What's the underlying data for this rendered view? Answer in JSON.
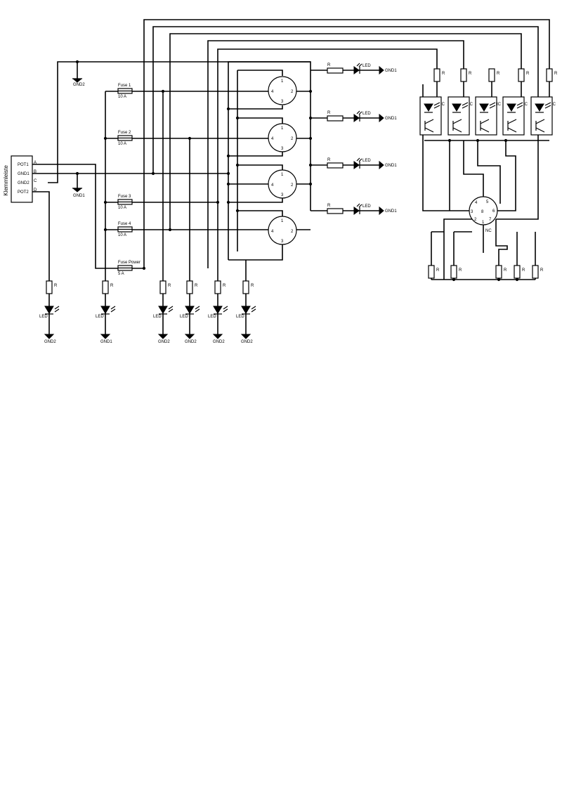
{
  "connector": {
    "title": "Klemmleiste",
    "pins": [
      {
        "name": "POT1",
        "letter": "A"
      },
      {
        "name": "GND1",
        "letter": "B"
      },
      {
        "name": "GND2",
        "letter": "C"
      },
      {
        "name": "POT2",
        "letter": "D"
      }
    ]
  },
  "grounds": {
    "gnd1": "GND1",
    "gnd2": "GND2"
  },
  "fuses": [
    {
      "name": "Fuse 1",
      "value": "10 A"
    },
    {
      "name": "Fuse 2",
      "value": "10 A"
    },
    {
      "name": "Fuse 3",
      "value": "10 A"
    },
    {
      "name": "Fuse 4",
      "value": "10 A"
    },
    {
      "name": "Fuse Power",
      "value": "5 A"
    }
  ],
  "relay_pins": {
    "p1": "1",
    "p2": "2",
    "p3": "3",
    "p4": "4"
  },
  "resistor_label": "R",
  "led_label": "LED",
  "optocoupler_label": "IC",
  "dsub": {
    "pins": [
      "1",
      "2",
      "3",
      "4",
      "5",
      "6",
      "7",
      "8"
    ],
    "nc_label": "NC"
  }
}
